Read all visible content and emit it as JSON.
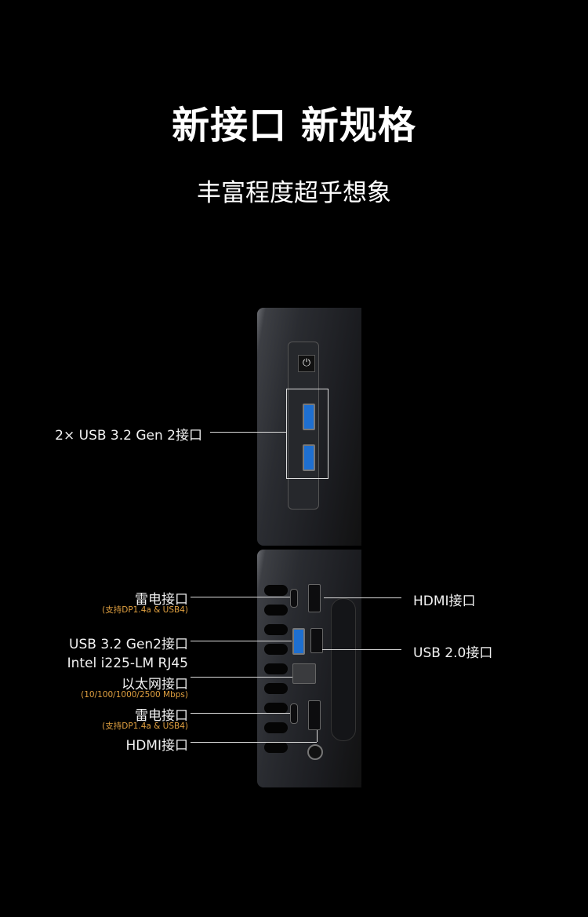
{
  "header": {
    "title": "新接口 新规格",
    "subtitle": "丰富程度超乎想象"
  },
  "front": {
    "usb_label": "2× USB 3.2 Gen 2接口"
  },
  "rear": {
    "left": [
      {
        "label": "雷电接口",
        "note": "(支持DP1.4a & USB4)"
      },
      {
        "label": "USB 3.2 Gen2接口"
      },
      {
        "label_line1": "Intel i225-LM RJ45",
        "label": "以太网接口",
        "note": "(10/100/1000/2500 Mbps)"
      },
      {
        "label": "雷电接口",
        "note": "(支持DP1.4a & USB4)"
      },
      {
        "label": "HDMI接口"
      }
    ],
    "right": [
      {
        "label": "HDMI接口"
      },
      {
        "label": "USB 2.0接口"
      }
    ]
  },
  "colors": {
    "note": "#e0a040",
    "usb3": "#1e6fd0"
  }
}
